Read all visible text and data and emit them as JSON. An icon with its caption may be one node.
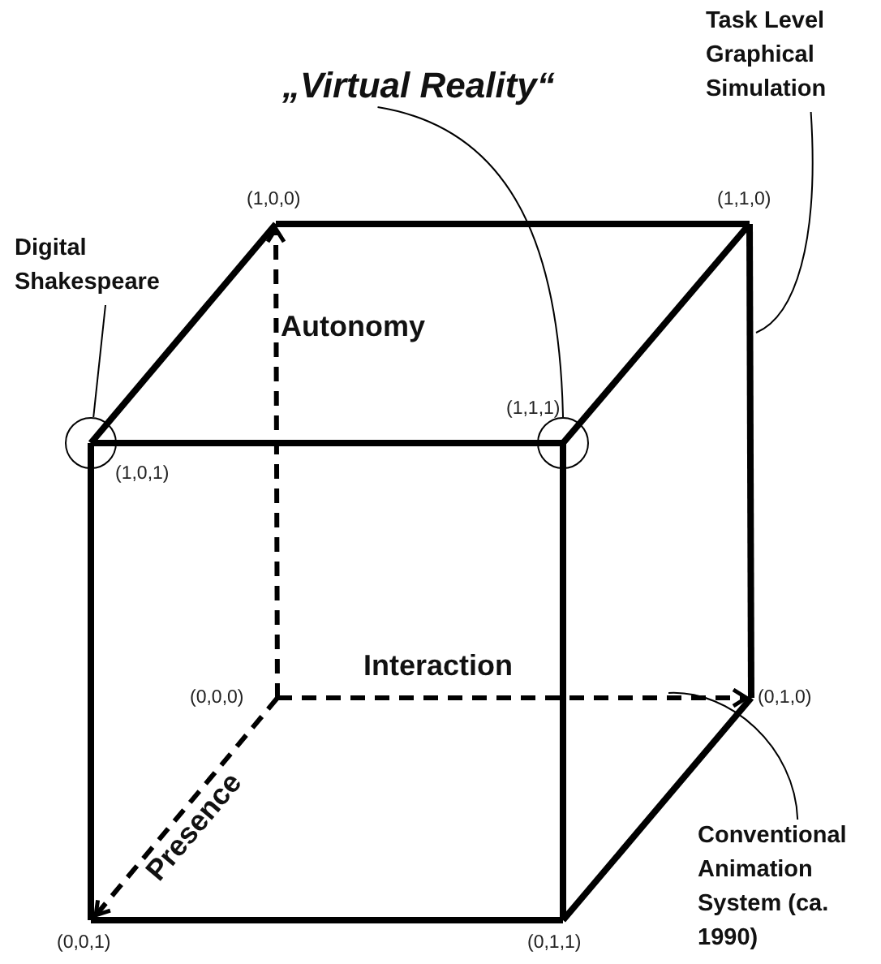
{
  "diagram": {
    "nodes": [
      {
        "text": [
          "Task Level Graphical Simulation"
        ]
      },
      {
        "text": [
          "„Virtual Reality“"
        ]
      },
      {
        "text": [
          "Digital Shakespeare"
        ]
      },
      {
        "text": [],
        "shape": "circle"
      },
      {
        "text": [],
        "shape": "circle"
      },
      {
        "text": [
          "Conventional Animation System (ca. 1990)"
        ]
      }
    ],
    "edges": [
      {
        "from": 0,
        "to": null,
        "arrow": "none"
      },
      {
        "from": 1,
        "to": 4,
        "arrow": "none"
      },
      {
        "from": 2,
        "to": 3,
        "arrow": "none"
      },
      {
        "from": 5,
        "to": null,
        "arrow": "none"
      }
    ],
    "labels": [
      "(1,0,0)",
      "(1,1,0)",
      "Autonomy",
      "(1,1,1)",
      "(1,0,1)",
      "Interaction",
      "(0,0,0)",
      "(0,1,0)",
      "Presence",
      "(0,0,1)",
      "(0,1,1)"
    ]
  }
}
